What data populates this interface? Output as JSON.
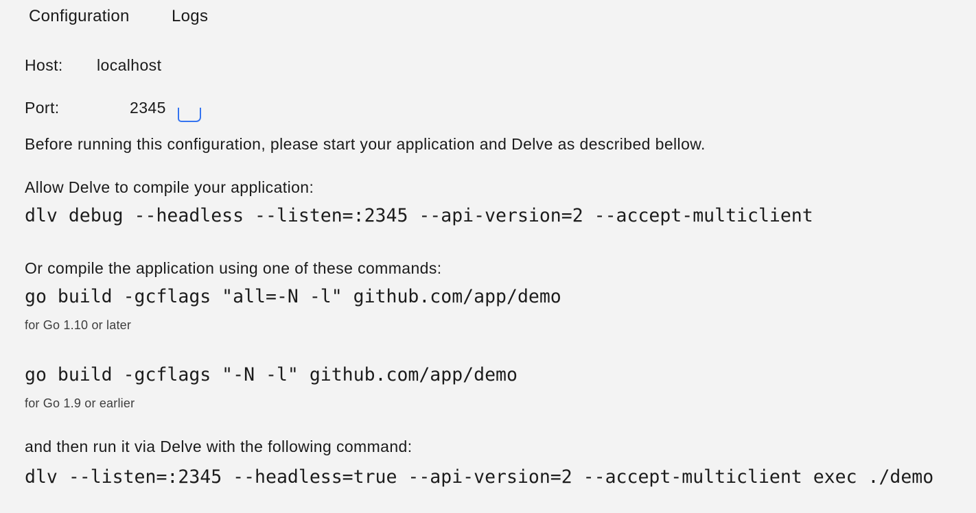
{
  "tabs": [
    {
      "label": "Configuration"
    },
    {
      "label": "Logs"
    }
  ],
  "form": {
    "host": {
      "label": "Host:",
      "value": "localhost"
    },
    "port": {
      "label": "Port:",
      "value": "2345"
    }
  },
  "instructions": {
    "intro": "Before running this configuration, please start your application and Delve as described bellow.",
    "compile_heading": "Allow Delve to compile your application:",
    "compile_command": "dlv debug --headless --listen=:2345 --api-version=2 --accept-multiclient",
    "alt_heading": "Or compile the application using one of these commands:",
    "build_command_new": "go build -gcflags \"all=-N -l\" github.com/app/demo",
    "build_note_new": "for Go 1.10 or later",
    "build_command_old": "go build -gcflags \"-N -l\" github.com/app/demo",
    "build_note_old": "for Go 1.9 or earlier",
    "run_heading": "and then run it via Delve with the following command:",
    "run_command": "dlv --listen=:2345 --headless=true --api-version=2 --accept-multiclient exec ./demo"
  },
  "colors": {
    "background": "#f3f3f3",
    "text": "#1a1a1a",
    "note_text": "#3d3d3d",
    "accent": "#3574f0"
  }
}
